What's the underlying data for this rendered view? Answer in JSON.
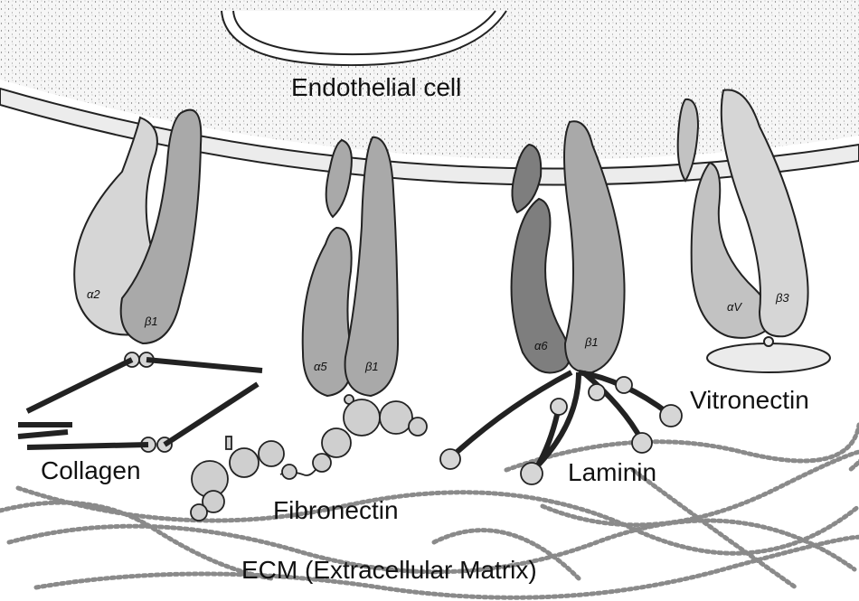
{
  "labels": {
    "cell": "Endothelial cell",
    "collagen": "Collagen",
    "fibronectin": "Fibronectin",
    "laminin": "Laminin",
    "vitronectin": "Vitronectin",
    "ecm": "ECM (Extracellular Matrix)"
  },
  "integrins": {
    "a2": "α2",
    "b1_first": "β1",
    "a5": "α5",
    "b1_second": "β1",
    "a6": "α6",
    "b1_third": "β1",
    "av": "αV",
    "b3": "β3"
  },
  "colors": {
    "light_subunit": "#d6d6d6",
    "mid_subunit": "#a9a9a9",
    "dark_subunit": "#7e7e7e",
    "fiber": "#8a8a8a",
    "outline": "#222222"
  }
}
